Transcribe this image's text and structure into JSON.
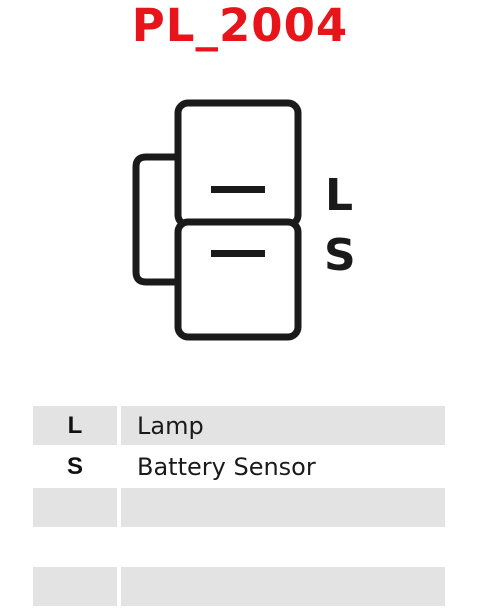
{
  "title": "PL_2004",
  "colors": {
    "title": "#e8141b",
    "stroke": "#1a1a1a",
    "row_shade": "#e3e3e3"
  },
  "connector": {
    "pins": [
      {
        "code": "L"
      },
      {
        "code": "S"
      }
    ]
  },
  "legend": {
    "rows": [
      {
        "code": "L",
        "description": "Lamp",
        "shaded": true
      },
      {
        "code": "S",
        "description": "Battery Sensor",
        "shaded": false
      },
      {
        "code": "",
        "description": "",
        "shaded": true
      },
      {
        "code": "",
        "description": "",
        "shaded": false
      },
      {
        "code": "",
        "description": "",
        "shaded": true
      }
    ]
  }
}
